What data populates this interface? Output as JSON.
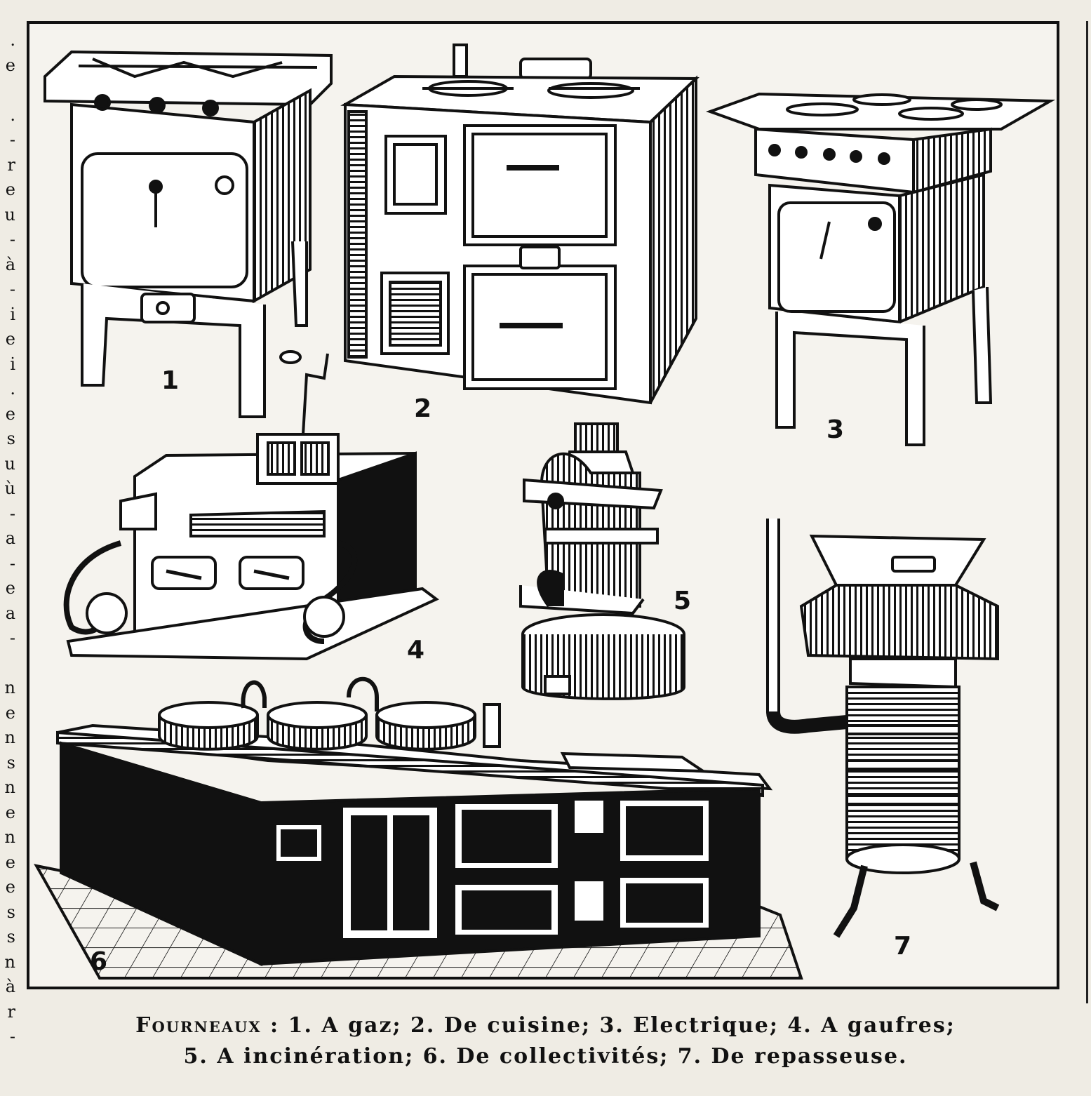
{
  "margin_letters": [
    ".",
    "e",
    "",
    ".",
    "-",
    "r",
    "e",
    "u",
    "-",
    "à",
    "-",
    "i",
    "e",
    "i",
    ".",
    "e",
    "s",
    "u",
    "ù",
    "-",
    "a",
    "-",
    "e",
    "a",
    "-",
    "",
    "n",
    "e",
    "n",
    "s",
    "n",
    "e",
    "n",
    "e",
    "e",
    "s",
    "s",
    "n",
    "à",
    "r",
    "-"
  ],
  "figures": [
    {
      "number": "1",
      "name": "gas-stove"
    },
    {
      "number": "2",
      "name": "kitchen-range"
    },
    {
      "number": "3",
      "name": "electric-stove"
    },
    {
      "number": "4",
      "name": "waffle-stove"
    },
    {
      "number": "5",
      "name": "incinerator-stove"
    },
    {
      "number": "6",
      "name": "institutional-range"
    },
    {
      "number": "7",
      "name": "laundress-stove"
    }
  ],
  "caption": {
    "title": "Fourneaux :",
    "line1": " 1. A gaz; 2. De cuisine; 3. Electrique; 4. A gaufres;",
    "line2": "5. A incinération; 6. De collectivités; 7. De repasseuse."
  }
}
